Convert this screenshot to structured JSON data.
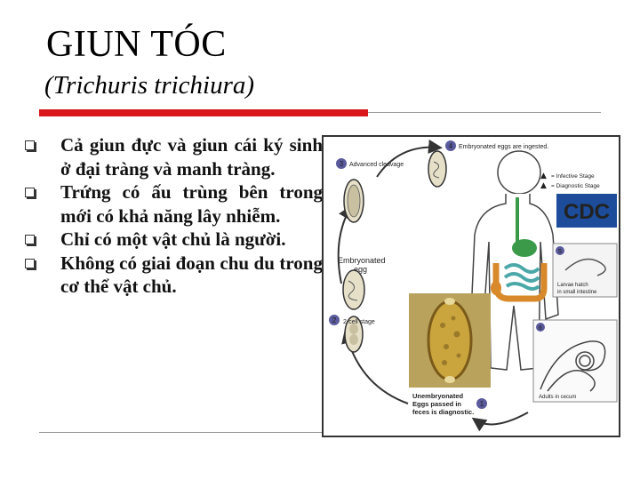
{
  "slide": {
    "title": "GIUN TÓC",
    "subtitle": "(Trichuris trichiura)",
    "bullets": [
      "Cả giun đực và giun cái ký sinh ở đại tràng và manh tràng.",
      "Trứng có ấu trùng bên trong mới có khả năng lây nhiễm.",
      "Chỉ có một vật chủ là người.",
      "Không có giai đoạn chu du trong cơ thể vật chủ."
    ]
  },
  "figure": {
    "stages": {
      "s1": "1",
      "s2": "2",
      "s2_label": "2-cell stage",
      "s3": "3",
      "s3_label": "Advanced cleavage",
      "s4": "4",
      "s4_label": "Embryonated eggs are ingested.",
      "s5": "5",
      "s5_label_1": "Larvae hatch",
      "s5_label_2": "in small intestine",
      "s6": "6",
      "s6_label": "Adults in cecum"
    },
    "legend": {
      "infective": "= Infective Stage",
      "diagnostic": "= Diagnostic Stage"
    },
    "egg_label_1": "Embryonated",
    "egg_label_2": "egg",
    "unemb_label_1": "Unembryonated",
    "unemb_label_2": "Eggs passed in",
    "unemb_label_3": "feces is diagnostic.",
    "cdc_logo": "CDC",
    "colors": {
      "accent_red": "#d8161c",
      "stage_circle": "#5a5a9c",
      "egg_photo_bg": "#b9a25c",
      "egg_yellow": "#caa43c",
      "cdc_blue": "#1c4c9a",
      "intestine_green": "#3a9a4a",
      "intestine_teal": "#4aa8a8",
      "intestine_orange": "#d88a2a"
    }
  }
}
